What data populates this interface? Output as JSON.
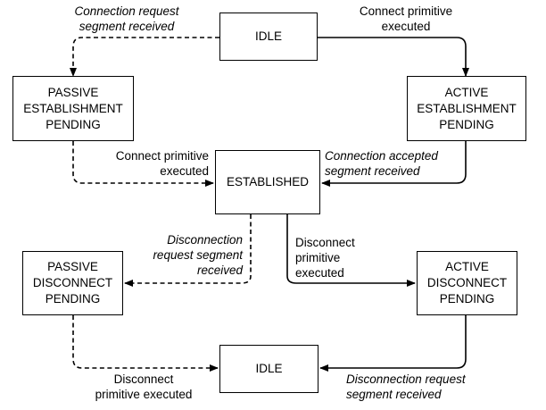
{
  "states": {
    "idle_top": "IDLE",
    "passive_establishment": "PASSIVE\nESTABLISHMENT\nPENDING",
    "active_establishment": "ACTIVE\nESTABLISHMENT\nPENDING",
    "established": "ESTABLISHED",
    "passive_disconnect": "PASSIVE\nDISCONNECT\nPENDING",
    "active_disconnect": "ACTIVE\nDISCONNECT\nPENDING",
    "idle_bottom": "IDLE"
  },
  "labels": {
    "conn_req_received": "Connection request\nsegment received",
    "connect_primitive_right": "Connect primitive\nexecuted",
    "connect_primitive_left": "Connect primitive\nexecuted",
    "conn_accepted_received": "Connection accepted\nsegment received",
    "disconn_req_received_mid": "Disconnection\nrequest segment\nreceived",
    "disconnect_primitive_mid": "Disconnect\nprimitive\nexecuted",
    "disconnect_primitive_bottom": "Disconnect\nprimitive executed",
    "disconn_req_received_bottom": "Disconnection request\nsegment received"
  },
  "line_styles": {
    "dashed_meaning": "",
    "stroke_color": "#000000"
  }
}
